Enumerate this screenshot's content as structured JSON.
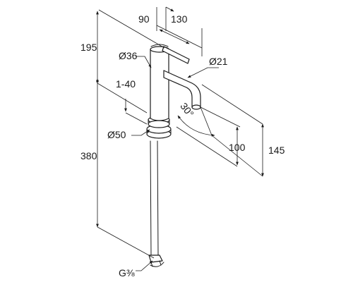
{
  "dimensions": {
    "overall_height": "195",
    "handle_offset": "90",
    "spout_reach": "130",
    "body_diameter": "Ø36",
    "spout_diameter": "Ø21",
    "deck_thickness": "1-40",
    "spout_angle": "30°",
    "base_diameter": "Ø50",
    "spout_height": "100",
    "spout_outlet_height": "145",
    "supply_length": "380",
    "thread_size": "G⅜"
  }
}
